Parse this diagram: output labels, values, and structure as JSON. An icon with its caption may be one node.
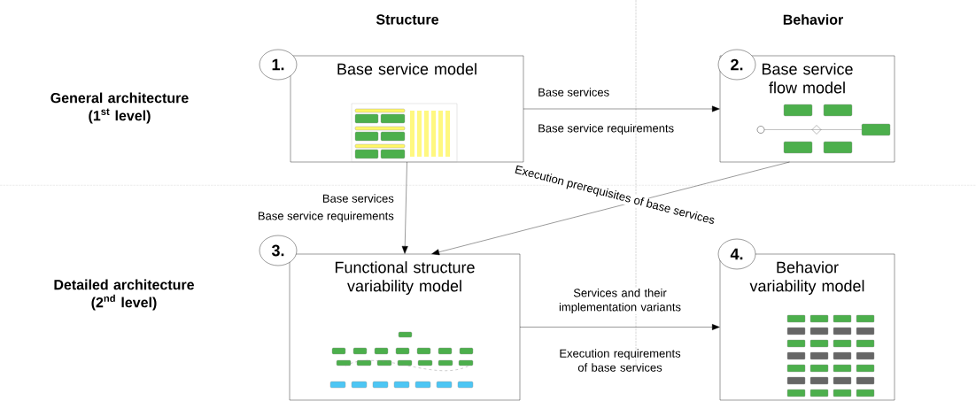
{
  "diagram": {
    "nodes": [
      {
        "text": [
          "1."
        ]
      },
      {
        "text": [
          "Base service model"
        ]
      },
      {
        "text": [
          "2."
        ]
      },
      {
        "text": [
          "Base service flow model"
        ]
      },
      {
        "text": [
          "3."
        ]
      },
      {
        "text": [
          "Functional structure variability model"
        ]
      },
      {
        "text": [
          "4."
        ]
      },
      {
        "text": [
          "Behavior variability model"
        ]
      }
    ],
    "edges": [
      {
        "from": 1,
        "to": 3,
        "arrow": "to",
        "label": "Base services"
      },
      {
        "from": 1,
        "to": 5,
        "arrow": "to",
        "label": "Base services"
      },
      {
        "from": 3,
        "to": 5,
        "arrow": "to",
        "label": "Execution prerequisites of base services"
      },
      {
        "from": 5,
        "to": 7,
        "arrow": "to",
        "label": "Services and their implementation variants"
      }
    ],
    "labels": [
      "Structure",
      "Behavior",
      "General architecture (1$^{st}$ level)",
      "Base service requirements",
      "Base service requirements",
      "Detailed architecture (2$^{nd}$ level)",
      "Execution requirements of base services"
    ]
  }
}
